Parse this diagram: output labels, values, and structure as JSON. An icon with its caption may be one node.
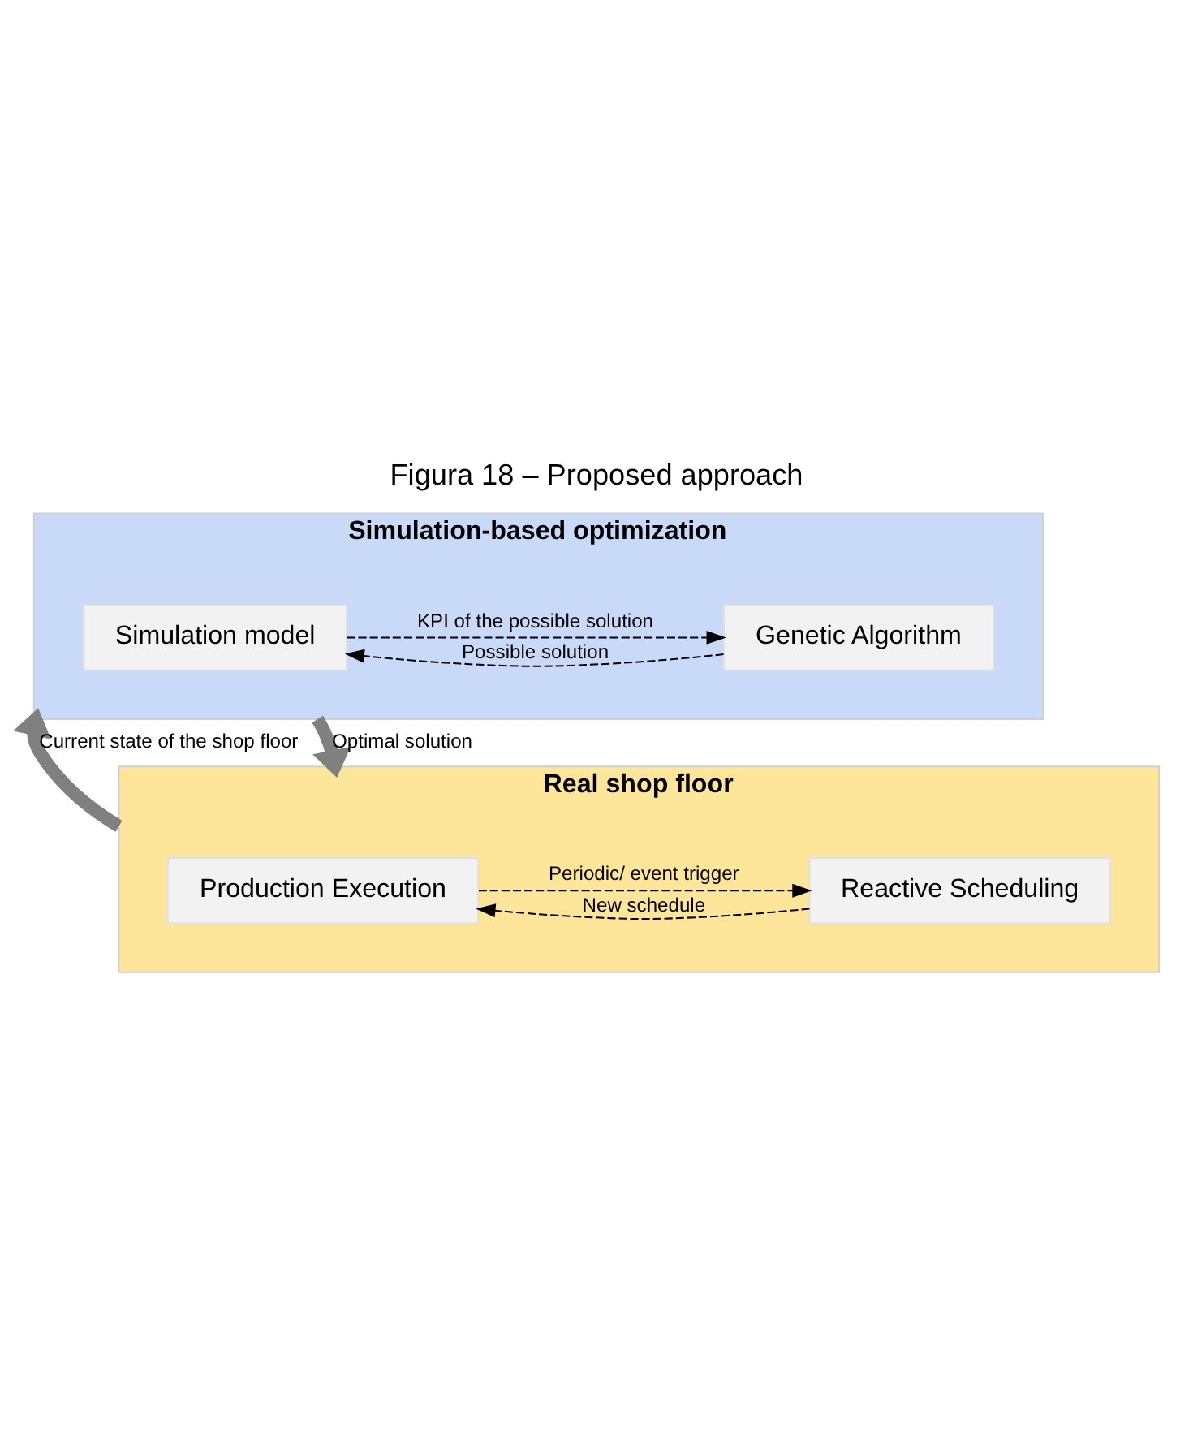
{
  "diagram": {
    "title": "Figura 18 – Proposed approach",
    "nodes": [
      {
        "text": [
          "Simulation-based optimization"
        ]
      },
      {
        "text": [
          "Simulation model"
        ],
        "in": 0
      },
      {
        "text": [
          "Genetic Algorithm"
        ],
        "in": 0
      },
      {
        "text": [
          "Real shop floor"
        ]
      },
      {
        "text": [
          "Production Execution"
        ],
        "in": 3
      },
      {
        "text": [
          "Reactive Scheduling"
        ],
        "in": 3
      }
    ],
    "edges": [
      {
        "from": 2,
        "to": 1,
        "arrow": "to",
        "style": "dashed",
        "label": "Possible solution"
      },
      {
        "from": 1,
        "to": 2,
        "arrow": "to",
        "style": "dashed",
        "label": "KPI of the possible solution"
      },
      {
        "from": 3,
        "to": 0,
        "arrow": "to",
        "style": "thick",
        "color": "#808080",
        "label": "Current state of the shop floor"
      },
      {
        "from": 0,
        "to": 3,
        "arrow": "to",
        "style": "thick",
        "color": "#808080",
        "label": "Optimal solution"
      },
      {
        "from": 4,
        "to": 5,
        "arrow": "to",
        "style": "dashed",
        "label": "Periodic/ event trigger"
      },
      {
        "from": 5,
        "to": 4,
        "arrow": "to",
        "style": "dashed",
        "label": "New schedule"
      }
    ]
  }
}
